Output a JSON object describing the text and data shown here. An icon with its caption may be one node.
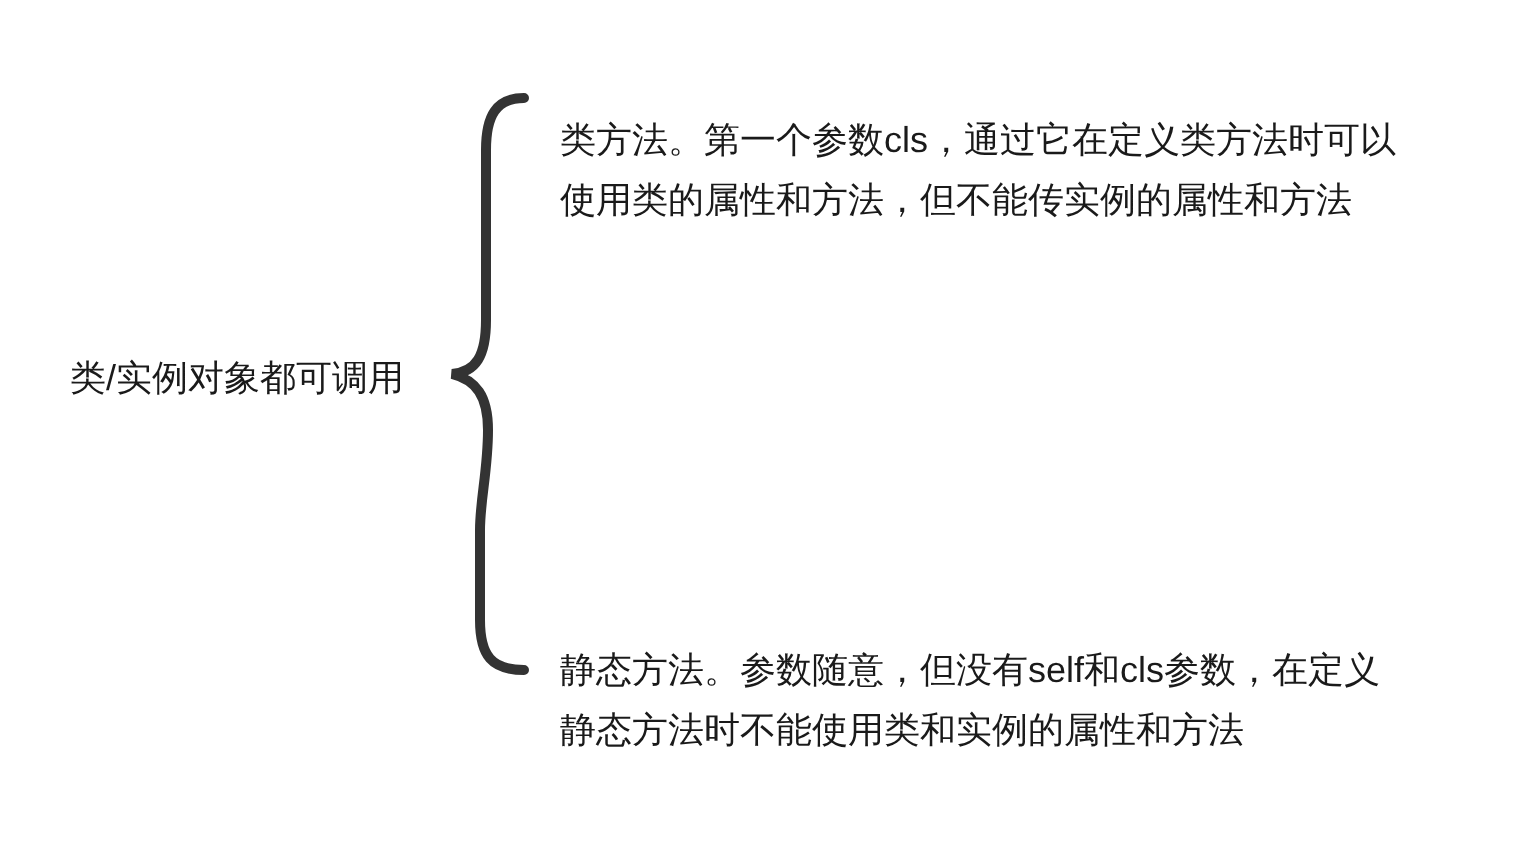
{
  "diagram": {
    "labels": [
      "类/实例对象都可调用",
      "类方法。第一个参数cls，通过它在定义类方法时可以使用类的属性和方法，但不能传实例的属性和方法",
      "静态方法。参数随意，但没有self和cls参数，在定义静态方法时不能使用类和实例的属性和方法"
    ]
  }
}
